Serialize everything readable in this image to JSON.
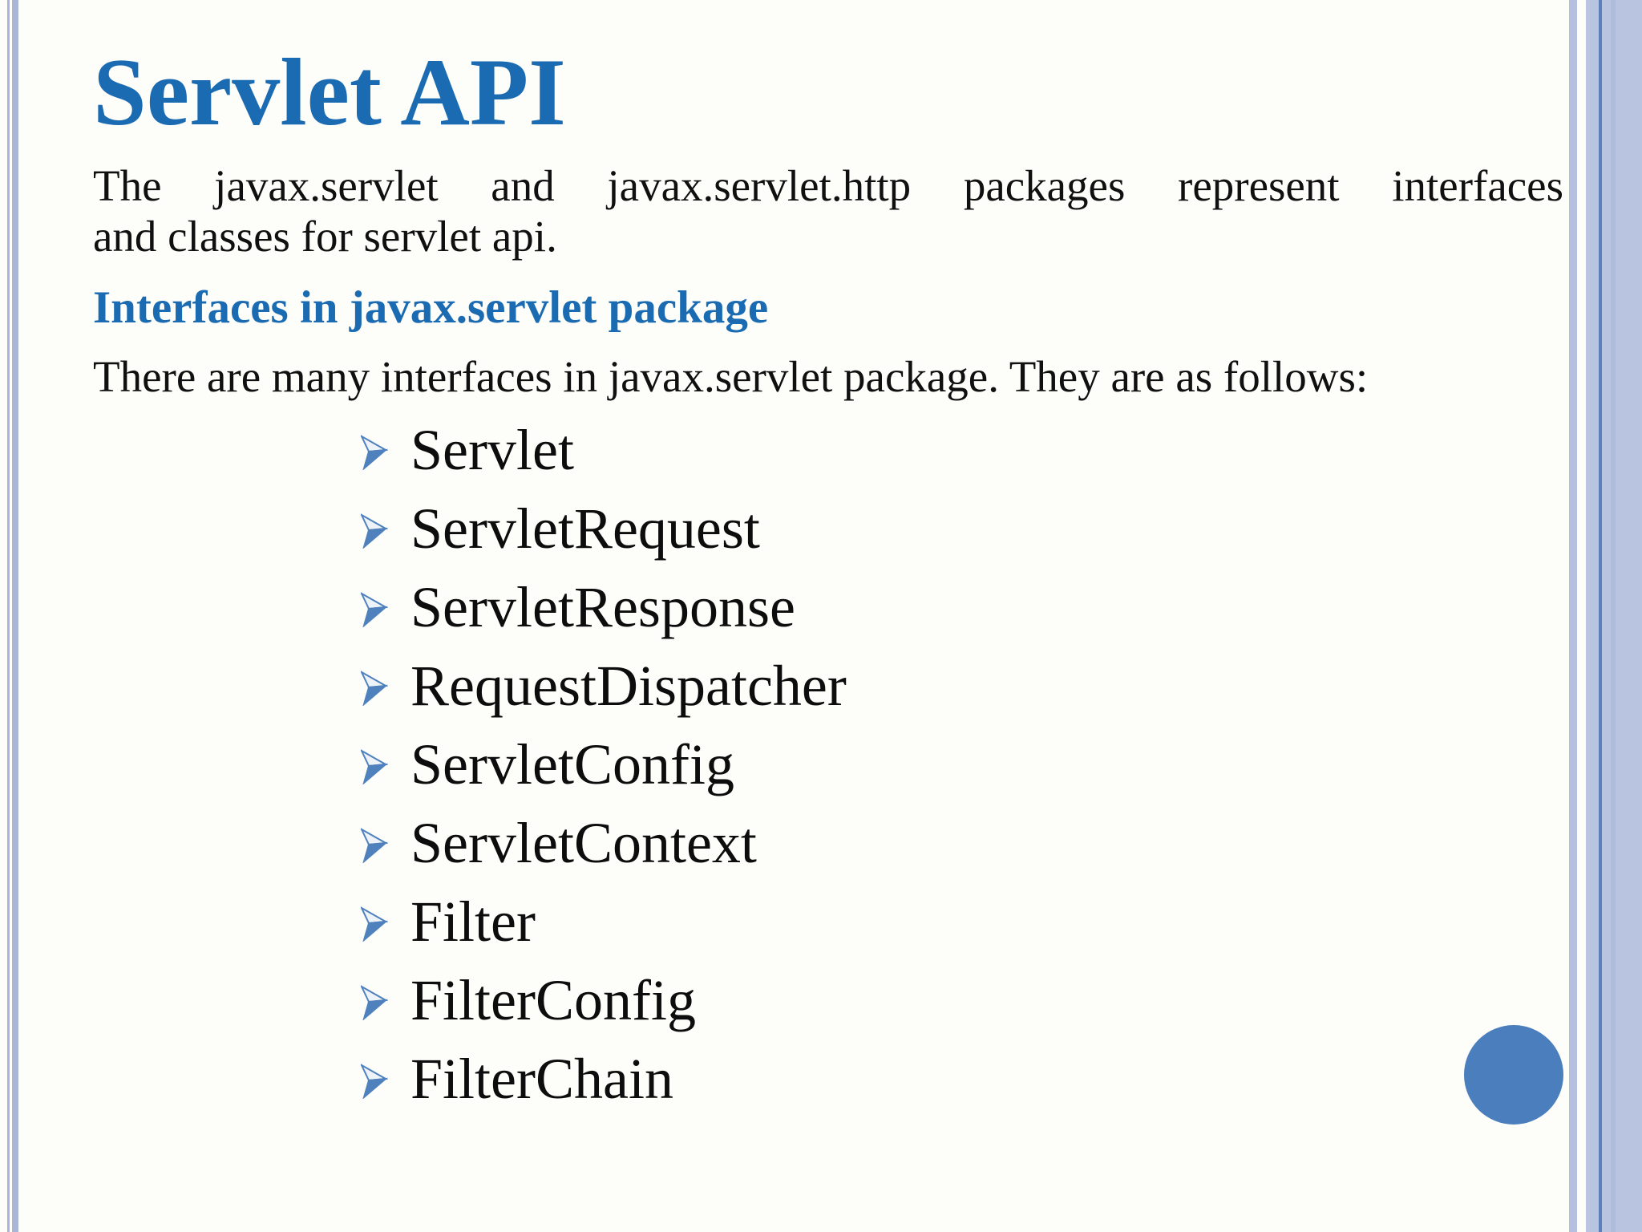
{
  "slide": {
    "title": "Servlet API",
    "paragraph_lines": [
      "The javax.servlet and javax.servlet.http packages represent interfaces",
      "and classes for servlet api."
    ],
    "subheading": "Interfaces in javax.servlet package",
    "lead_in": "There are many interfaces in javax.servlet package. They are as follows:",
    "interfaces": [
      "Servlet",
      "ServletRequest",
      "ServletResponse",
      "RequestDispatcher",
      "ServletConfig",
      "ServletContext",
      "Filter",
      "FilterConfig",
      "FilterChain"
    ],
    "colors": {
      "heading_blue": "#1b6bb3",
      "bullet_blue": "#4f81bd",
      "circle_blue": "#4b7ebd",
      "border_stripe_light": "#aab6d6",
      "border_band": "#b9c5e0",
      "border_dark_line": "#5c80ba"
    }
  }
}
